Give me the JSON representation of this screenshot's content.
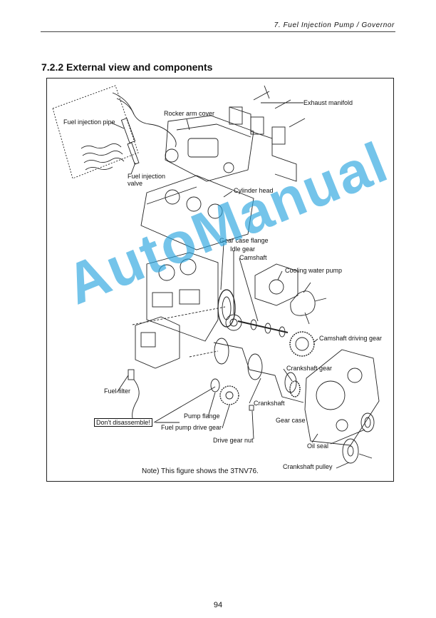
{
  "header": {
    "chapter": "7.  Fuel  Injection  Pump  /  Governor"
  },
  "section": {
    "title": "7.2.2 External view and components"
  },
  "labels": {
    "exhaust_manifold": "Exhaust manifold",
    "rocker_arm_cover": "Rocker arm cover",
    "fuel_injection_pipe": "Fuel injection pipe",
    "fuel_injection_valve_1": "Fuel injection",
    "fuel_injection_valve_2": "valve",
    "cylinder_head": "Cylinder head",
    "gear_case_flange": "Gear case flange",
    "idle_gear": "Idle gear",
    "camshaft": "Camshaft",
    "cooling_water_pump": "Cooling water pump",
    "camshaft_driving_gear": "Camshaft driving gear",
    "crankshaft_gear": "Crankshaft gear",
    "fuel_filter": "Fuel filter",
    "crankshaft": "Crankshaft",
    "pump_flange": "Pump flange",
    "dont_disassemble": "Don't disassemble!",
    "gear_case": "Gear case",
    "fuel_pump_drive_gear": "Fuel pump drive gear",
    "drive_gear_nut": "Drive gear nut",
    "oil_seal": "Oil seal",
    "crankshaft_pulley": "Crankshaft pulley"
  },
  "note": "Note) This figure shows the 3TNV76.",
  "watermark": "AutoManual",
  "page_number": "94"
}
